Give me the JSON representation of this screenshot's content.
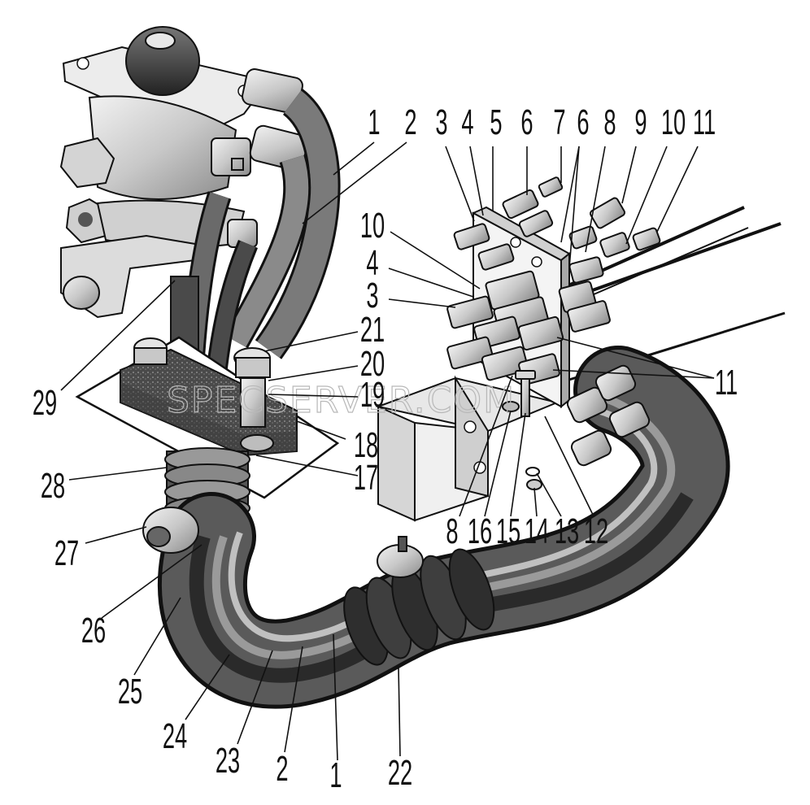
{
  "watermark": "SPECSERVER.COM",
  "callouts": {
    "n1a": "1",
    "n2a": "2",
    "n3a": "3",
    "n4a": "4",
    "n5": "5",
    "n6a": "6",
    "n7": "7",
    "n6b": "6",
    "n8a": "8",
    "n9": "9",
    "n10a": "10",
    "n11a": "11",
    "n10b": "10",
    "n4b": "4",
    "n3b": "3",
    "n21": "21",
    "n20": "20",
    "n19": "19",
    "n18": "18",
    "n17": "17",
    "n29": "29",
    "n28": "28",
    "n27": "27",
    "n26": "26",
    "n25": "25",
    "n24": "24",
    "n23": "23",
    "n2b": "2",
    "n1b": "1",
    "n22": "22",
    "n11b": "11",
    "n8b": "8",
    "n16": "16",
    "n15": "15",
    "n14": "14",
    "n13": "13",
    "n12": "12"
  },
  "colors": {
    "metal_light": "#e6e6e6",
    "metal_mid": "#bdbdbd",
    "metal_dark": "#8c8c8c",
    "hose_dark": "#3a3a3a",
    "hose_mid": "#6e6e6e",
    "foam": "#555555"
  }
}
